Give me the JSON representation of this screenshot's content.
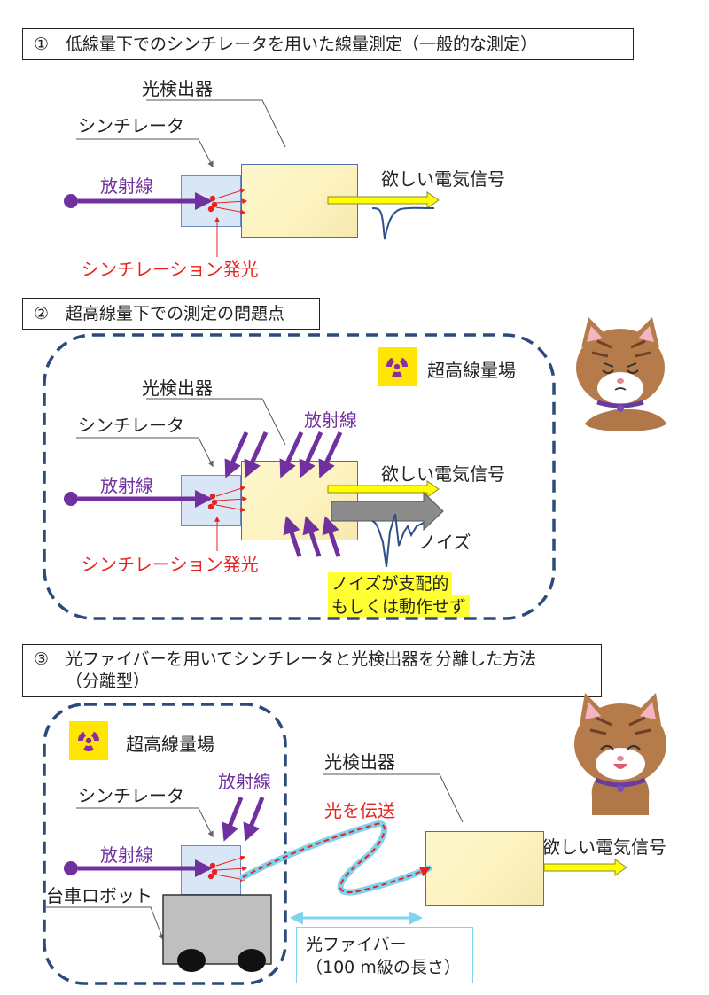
{
  "sections": [
    {
      "heading": "①　低線量下でのシンチレータを用いた線量測定（一般的な測定）"
    },
    {
      "heading": "②　超高線量下での測定の問題点"
    },
    {
      "heading_line1": "③　光ファイバーを用いてシンチレータと光検出器を分離した方法",
      "heading_line2": "（分離型）"
    }
  ],
  "labels": {
    "photodetector": "光検出器",
    "scintillator": "シンチレータ",
    "radiation": "放射線",
    "desired_signal": "欲しい電気信号",
    "scint_emission": "シンチレーション発光",
    "high_dose_field": "超高線量場",
    "noise": "ノイズ",
    "noise_warning_line1": "ノイズが支配的",
    "noise_warning_line2": "もしくは動作せず",
    "transmit_light": "光を伝送",
    "cart_robot": "台車ロボット",
    "fiber_line1": "光ファイバー",
    "fiber_line2": "（100 m級の長さ）"
  },
  "colors": {
    "radiation": "#7030a0",
    "emission": "#e8231f",
    "signal_arrow": "#ffff00",
    "noise_arrow": "#8c8c8c",
    "dashed_boundary": "#2c4a7c",
    "fiber": "#7fd3ee",
    "highlight": "#ffff33"
  },
  "icons": [
    "radiation-hazard-icon",
    "worried-cat-illustration",
    "happy-cat-illustration",
    "cart-robot-illustration"
  ]
}
